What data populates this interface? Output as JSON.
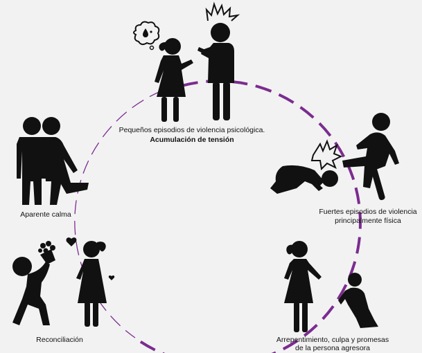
{
  "colors": {
    "background": "#f2f2f2",
    "cycle": "#7b2c8f",
    "figures": "#111111"
  },
  "stages": {
    "tension": {
      "line1": "Pequeños episodios de violencia psicológica.",
      "line2": "Acumulación de tensión"
    },
    "violence": {
      "line1": "Fuertes episodios de violencia",
      "line2": "principalmente física"
    },
    "remorse": {
      "line1": "Arrepentimiento, culpa y promesas",
      "line2": "de la persona agresora"
    },
    "reconciliation": {
      "line1": "Reconciliación"
    },
    "calm": {
      "line1": "Aparente calma"
    }
  },
  "icons": [
    "angry-speech-icon",
    "anger-burst-icon",
    "impact-burst-icon",
    "flower-bouquet-icon",
    "heart-icon"
  ]
}
